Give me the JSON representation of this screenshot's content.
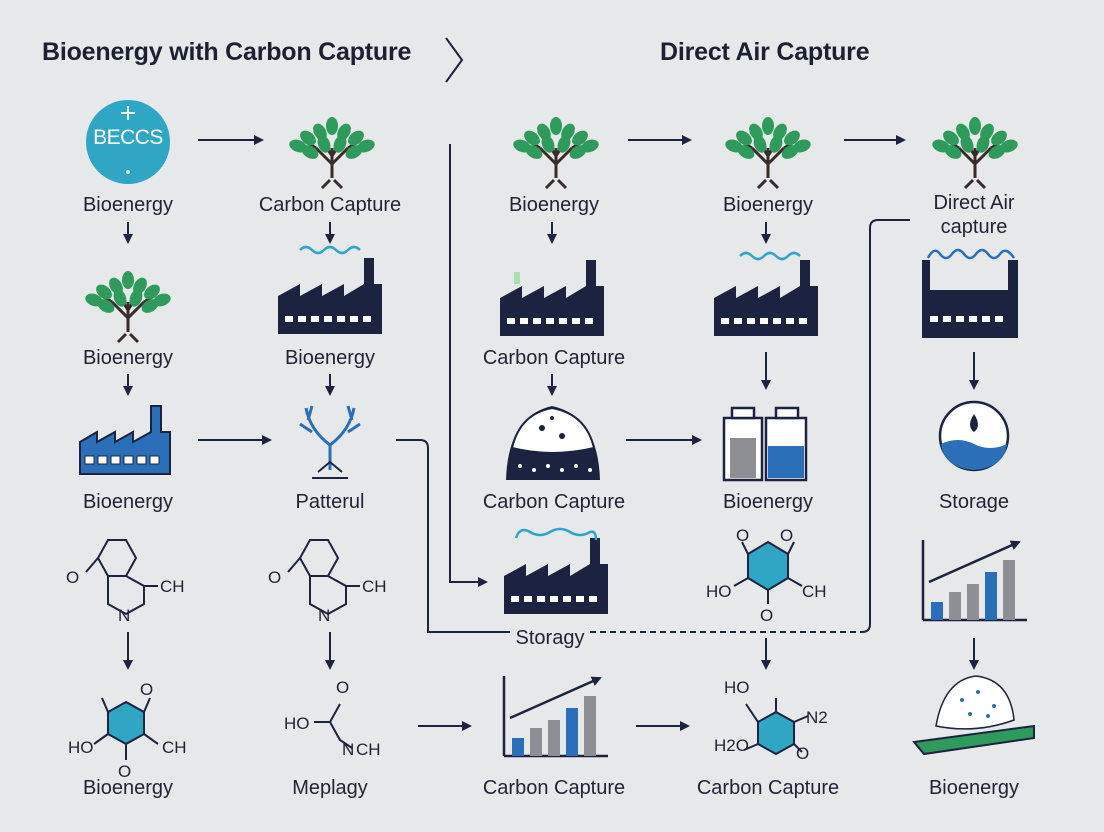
{
  "titles": {
    "left": "Bioenergy with Carbon Capture",
    "right": "Direct Air Capture"
  },
  "beccs_badge": "BECCS",
  "labels": {
    "c1r1": "Bioenergy",
    "c2r1": "Carbon Capture",
    "c3r1": "Bioenergy",
    "c4r1": "Bioenergy",
    "c5r1": "Direct Air capture",
    "c1r2": "Bioenergy",
    "c2r2": "Bioenergy",
    "c3r2": "Carbon Capture",
    "c1r3": "Bioenergy",
    "c2r3": "Patterul",
    "c3r3": "Carbon Capture",
    "c4r3": "Bioenergy",
    "c5r3": "Storage",
    "storage_dash": "Storagy",
    "c1r5": "Bioenergy",
    "c2r5": "Meplagy",
    "c3r5": "Carbon Capture",
    "c4r5": "Carbon Capture",
    "c5r5": "Bioenergy"
  },
  "chem": {
    "m1": [
      "O",
      "CH",
      "N"
    ],
    "m2": [
      "O",
      "CH",
      "N"
    ],
    "m3": [
      "O",
      "O",
      "HO",
      "CH",
      "O"
    ],
    "m4": [
      "O",
      "HO",
      "CH",
      "O"
    ],
    "m5": [
      "O",
      "HO",
      "N",
      "CH"
    ],
    "m6": [
      "HO",
      "N2",
      "H2O",
      "O"
    ]
  },
  "colors": {
    "navy": "#1b2340",
    "green": "#2e9b5c",
    "blue": "#2b6fb8",
    "teal": "#2fa6c4",
    "gray": "#8d8f94",
    "background": "#e6e8ea"
  },
  "icons": [
    "tree-icon",
    "factory-icon",
    "chart-icon",
    "molecule-icon",
    "storage-tank-icon",
    "salt-pile-icon",
    "antler-icon",
    "water-drop-icon"
  ]
}
